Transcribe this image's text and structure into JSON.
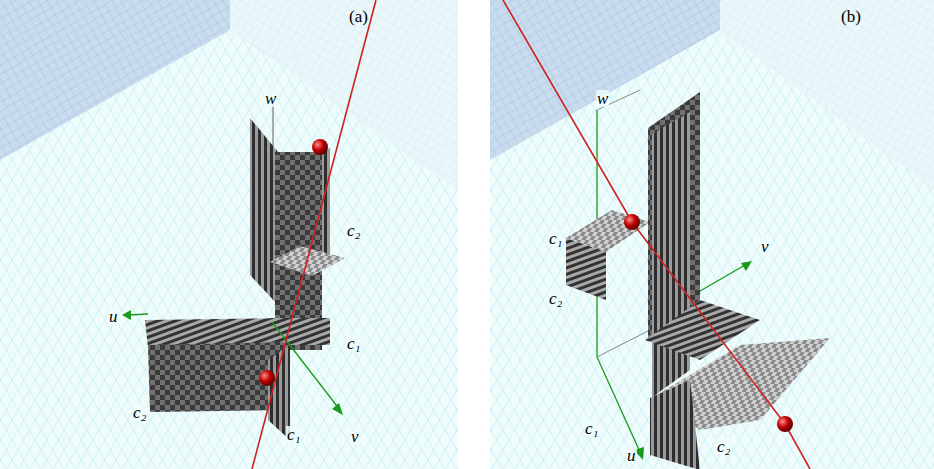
{
  "diagram": {
    "labels": [
      "(a)",
      "w",
      "c₂",
      "u",
      "c₁",
      "c₂",
      "c₁",
      "v",
      "(b)",
      "w",
      "c₁",
      "v",
      "c₂",
      "c₁",
      "c₂",
      "u"
    ]
  }
}
